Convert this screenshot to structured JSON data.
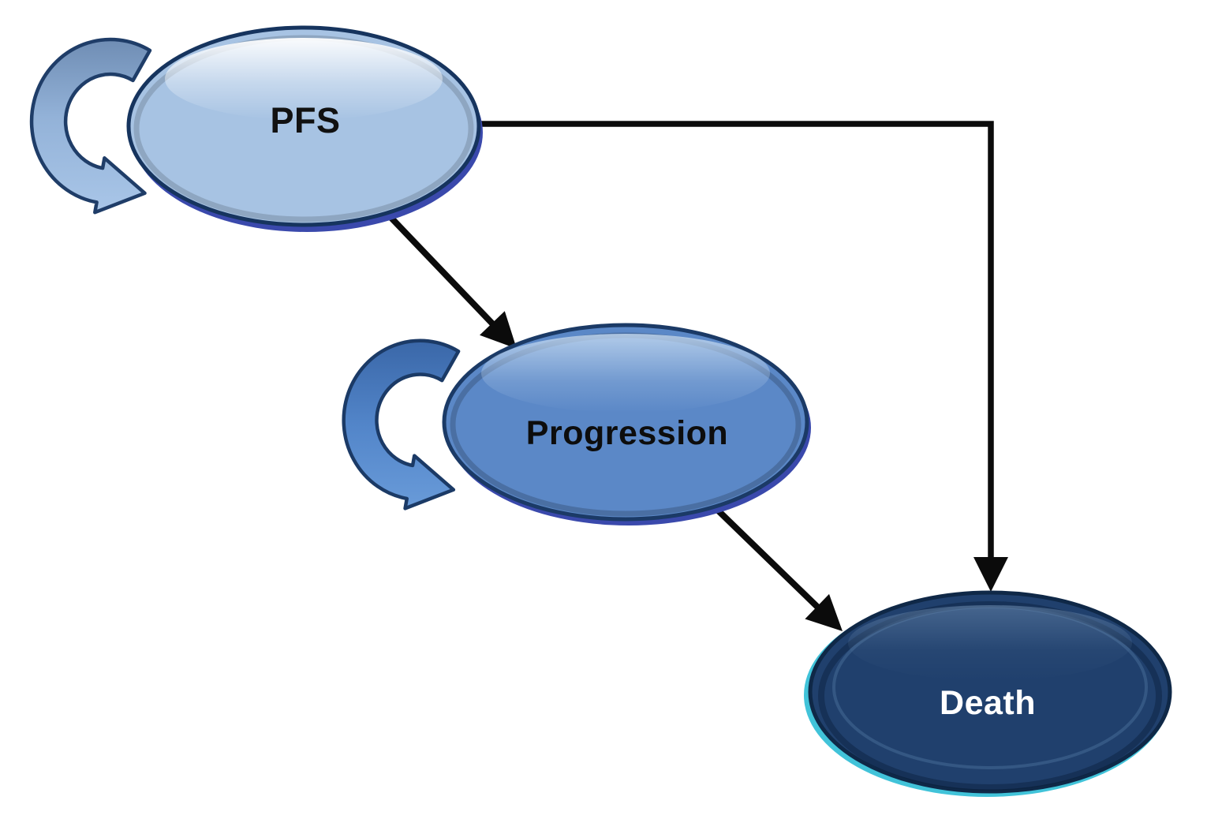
{
  "diagram": {
    "type": "state-transition-model",
    "nodes": {
      "pfs": {
        "label": "PFS",
        "fill": "#a7c3e3",
        "border": "#16345e",
        "text_color": "#111111",
        "has_self_loop": true
      },
      "progression": {
        "label": "Progression",
        "fill": "#5b88c7",
        "border": "#1b3a66",
        "text_color": "#0d0d0d",
        "has_self_loop": true
      },
      "death": {
        "label": "Death",
        "fill": "#20406d",
        "border": "#0f2847",
        "rim_color": "#41c3d9",
        "text_color": "#ffffff",
        "has_self_loop": false
      }
    },
    "edges": [
      {
        "from": "PFS",
        "to": "Progression",
        "style": "straight-diagonal"
      },
      {
        "from": "Progression",
        "to": "Death",
        "style": "straight-diagonal"
      },
      {
        "from": "PFS",
        "to": "Death",
        "style": "elbow-right-then-down"
      }
    ],
    "colors": {
      "arrow": "#0b0b0b",
      "node_shadow": "#3a49ac",
      "loop_pfs_top": "#6f8db4",
      "loop_pfs_bottom": "#a9c6e8",
      "loop_progression_top": "#3a67a8",
      "loop_progression_bottom": "#699bd9",
      "loop_outline": "#1f3d68",
      "background": "#ffffff"
    }
  }
}
